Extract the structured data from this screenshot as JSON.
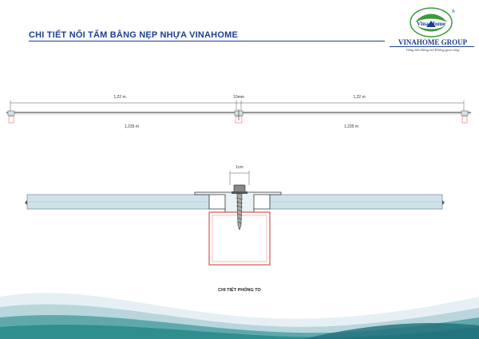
{
  "header": {
    "title": "CHI TIẾT NỐI TẤM BẰNG NẸP NHỰA VINAHOME",
    "brand_name": "VINAHOME GROUP",
    "slogan": "Vững bền Dáng nét Không gian sống",
    "logo_text": "Vina Home",
    "registered_mark": "®"
  },
  "diagram": {
    "dimension_labels": {
      "top_left": "1,22 m",
      "top_mid": "10mm",
      "top_right": "1,22 m",
      "bottom_left": "1,235 m",
      "bottom_right": "1,235 m",
      "detail_width": "1cm"
    },
    "caption": "CHI TIẾT PHÓNG TO"
  },
  "colors": {
    "title_blue": "#1c3f8f",
    "panel_fill": "#cfe2e9",
    "profile_red": "#d9534f",
    "wave_teal": "#2f8e8e",
    "logo_green": "#3c9a3c"
  }
}
